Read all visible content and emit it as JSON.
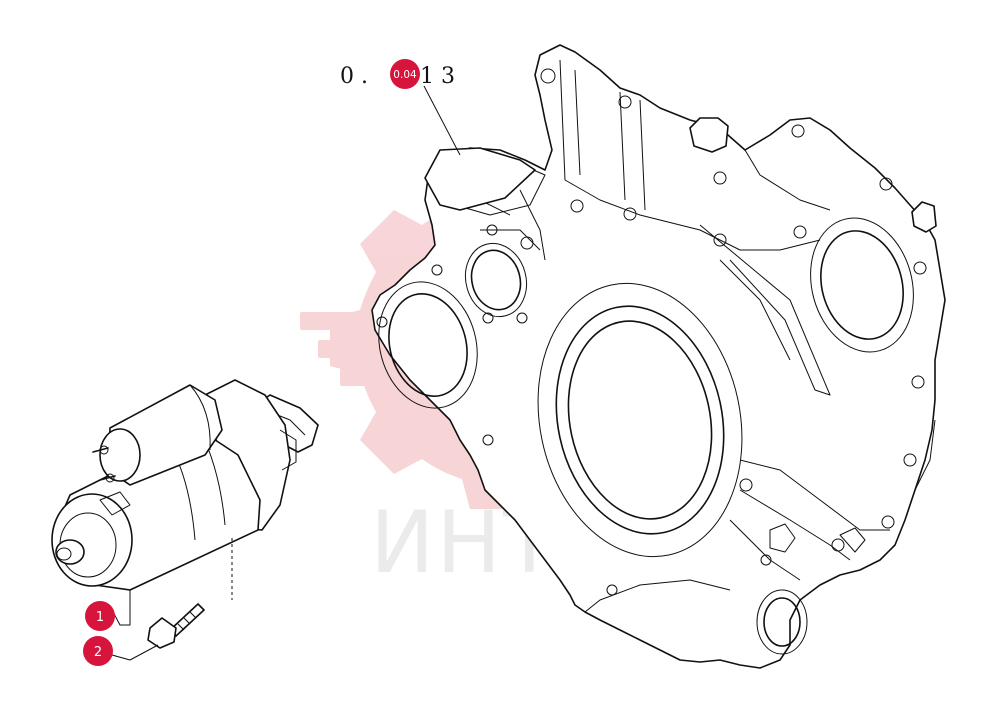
{
  "reference_code": {
    "prefix": "0 .",
    "hidden_segment": "0.04",
    "suffix": "1 3"
  },
  "callouts": [
    {
      "number": "1",
      "part": "starter-motor"
    },
    {
      "number": "2",
      "part": "bolt"
    }
  ],
  "watermark": {
    "text": "ИНТЕХ"
  },
  "colors": {
    "callout_red": "#d7143c",
    "watermark_red": "#f2b3b8",
    "watermark_gray": "#bdbdbd",
    "line": "#111111"
  }
}
